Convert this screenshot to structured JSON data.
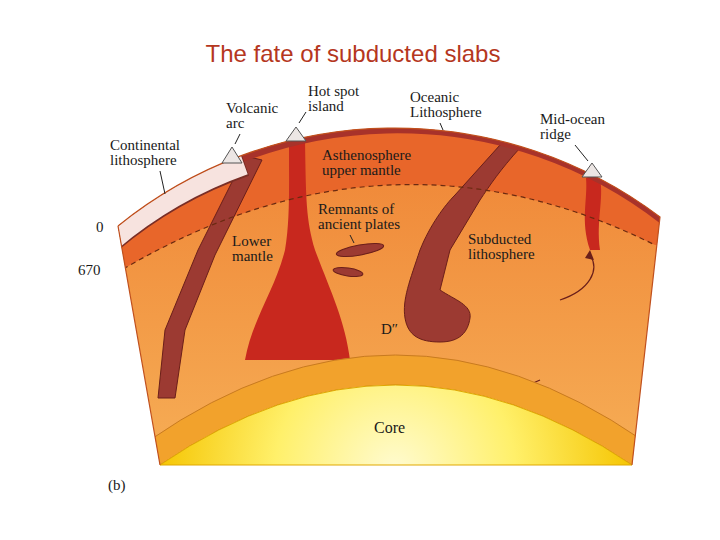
{
  "diagram": {
    "title": "The fate of subducted slabs",
    "labels": [
      "Volcanic arc",
      "Hot spot island",
      "Oceanic Lithosphere",
      "Continental lithosphere",
      "Mid-ocean ridge",
      "Asthenosphere upper mantle",
      "Remnants of ancient plates",
      "Subducted lithosphere",
      "Lower mantle",
      "0",
      "670",
      "D″",
      "Core",
      "(b)"
    ]
  }
}
